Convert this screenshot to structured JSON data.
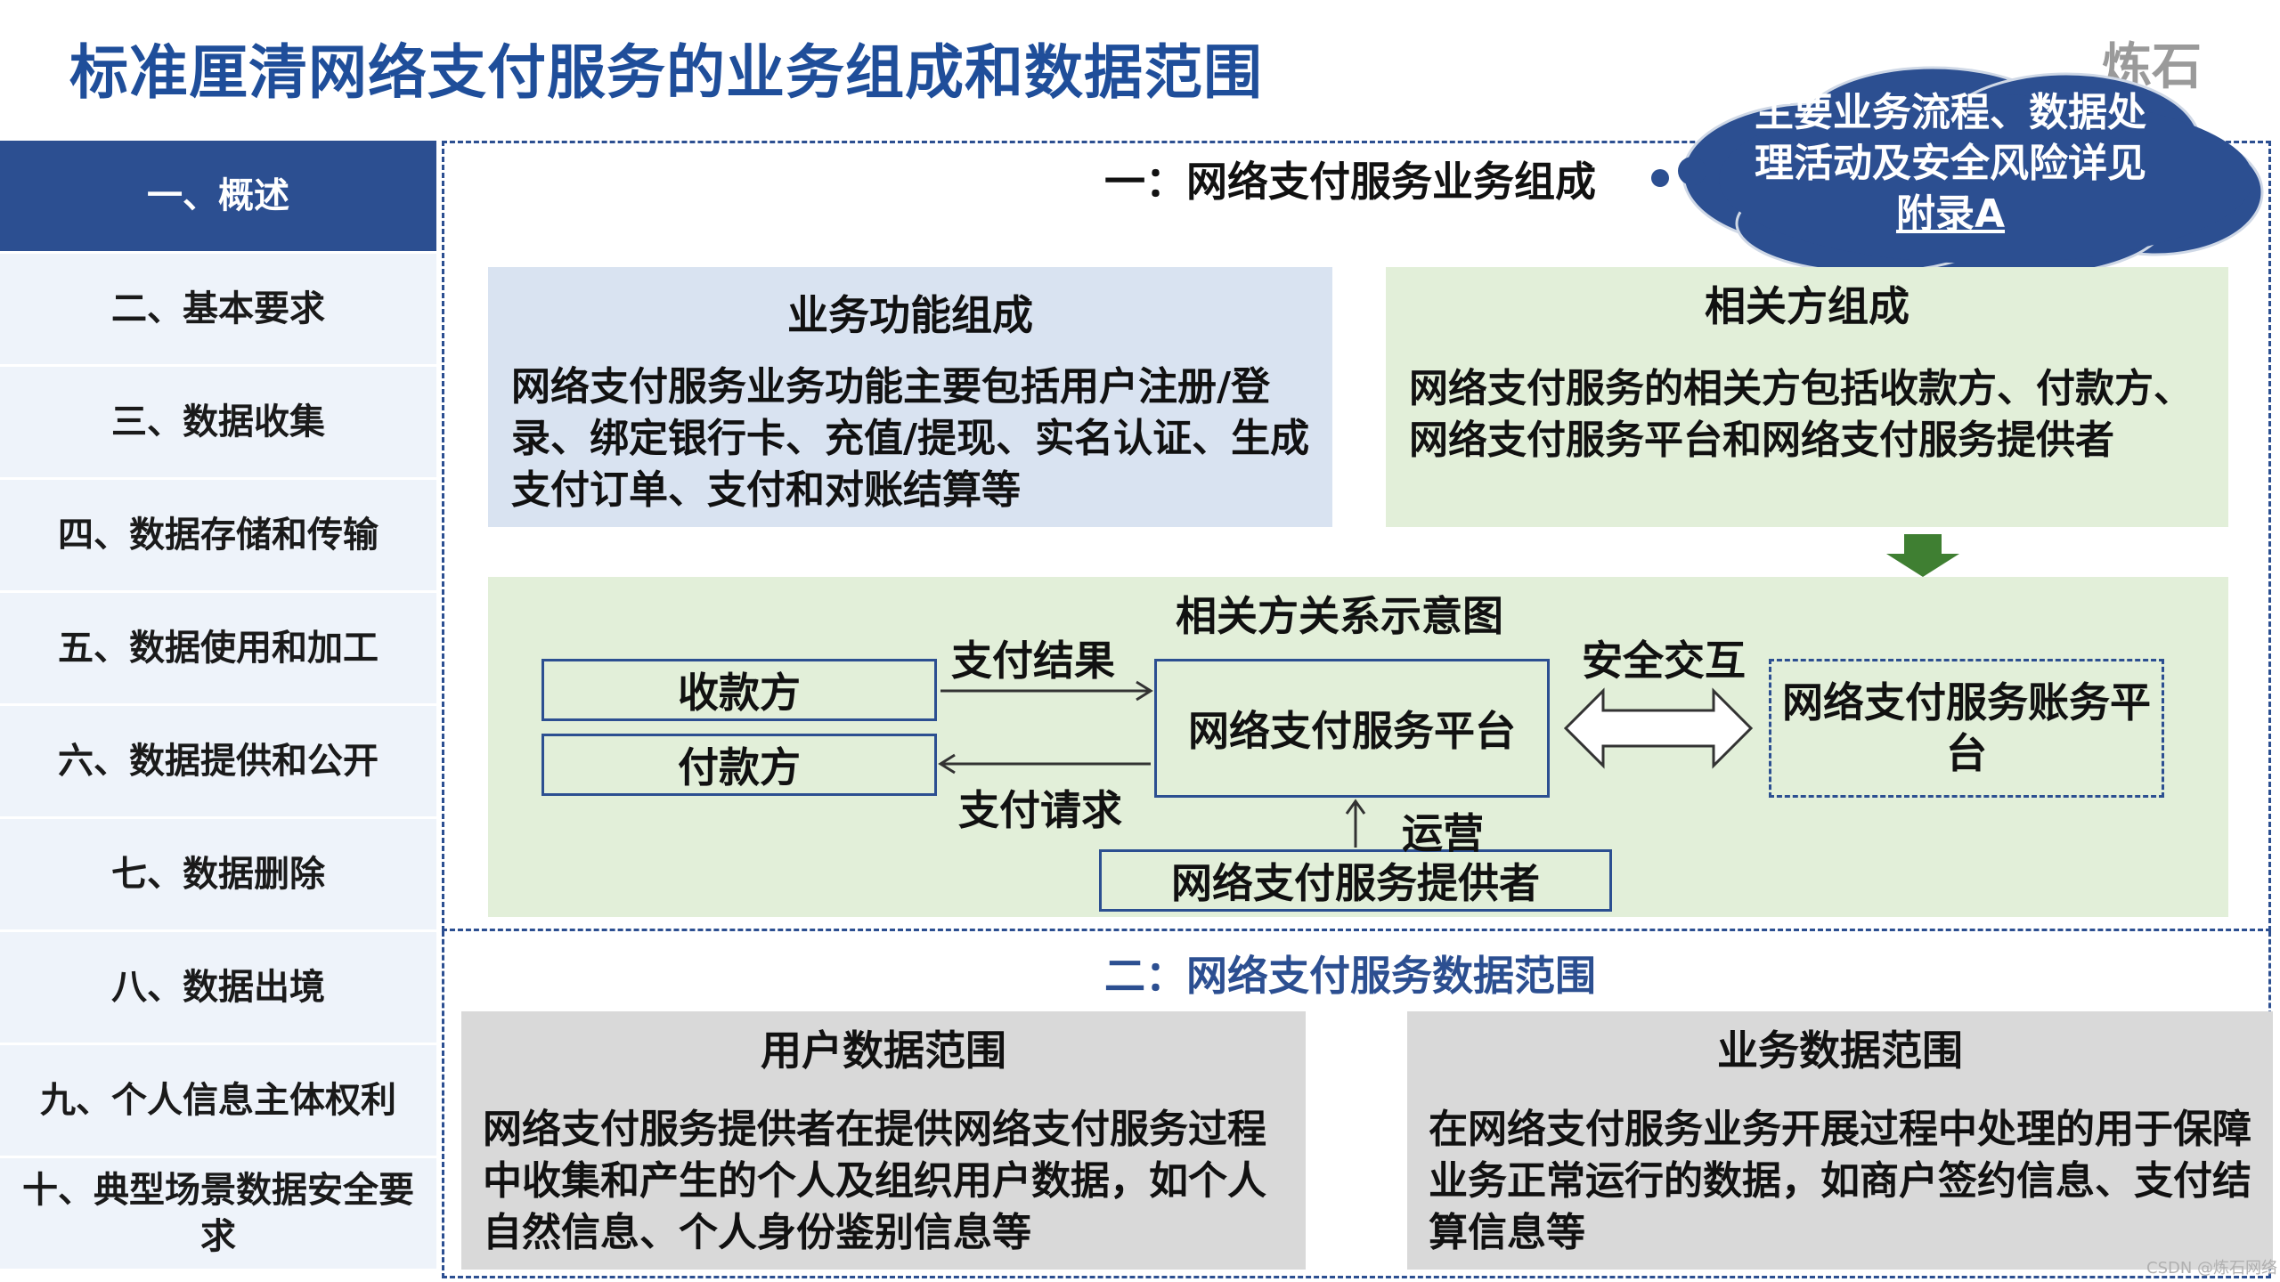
{
  "title": "标准厘清网络支付服务的业务组成和数据范围",
  "logo": "炼石",
  "sidebar": {
    "items": [
      {
        "label": "一、概述",
        "active": true
      },
      {
        "label": "二、基本要求"
      },
      {
        "label": "三、数据收集"
      },
      {
        "label": "四、数据存储和传输"
      },
      {
        "label": "五、数据使用和加工"
      },
      {
        "label": "六、数据提供和公开"
      },
      {
        "label": "七、数据删除"
      },
      {
        "label": "八、数据出境"
      },
      {
        "label": "九、个人信息主体权利"
      },
      {
        "label": "十、典型场景数据安全要求"
      }
    ]
  },
  "section1": {
    "title": "一：网络支付服务业务组成",
    "cloud": {
      "text": "主要业务流程、数据处理活动及安全风险详见",
      "link": "附录A"
    },
    "function_box": {
      "heading": "业务功能组成",
      "body": "网络支付服务业务功能主要包括用户注册/登录、绑定银行卡、充值/提现、实名认证、生成支付订单、支付和对账结算等"
    },
    "party_box": {
      "heading": "相关方组成",
      "body": "网络支付服务的相关方包括收款方、付款方、网络支付服务平台和网络支付服务提供者"
    },
    "diagram": {
      "title": "相关方关系示意图",
      "payee": "收款方",
      "payer": "付款方",
      "platform": "网络支付服务平台",
      "provider": "网络支付服务提供者",
      "account_platform": "网络支付服务账务平台",
      "label_result": "支付结果",
      "label_request": "支付请求",
      "label_secure": "安全交互",
      "label_operate": "运营"
    }
  },
  "section2": {
    "title": "二：网络支付服务数据范围",
    "user_box": {
      "heading": "用户数据范围",
      "body": "网络支付服务提供者在提供网络支付服务过程中收集和产生的个人及组织用户数据，如个人自然信息、个人身份鉴别信息等"
    },
    "business_box": {
      "heading": "业务数据范围",
      "body": "在网络支付服务业务开展过程中处理的用于保障业务正常运行的数据，如商户签约信息、支付结算信息等"
    }
  },
  "watermark": "CSDN @炼石网络",
  "colors": {
    "title": "#1f4e9a",
    "sidebar_active": "#2c4f91",
    "sidebar_bg": "#eef3fa",
    "blue_box": "#d9e3f1",
    "green_box": "#e2efd9",
    "grey_box": "#d9d9d9",
    "cloud": "#2c4f91",
    "down_arrow": "#3f7f32"
  }
}
